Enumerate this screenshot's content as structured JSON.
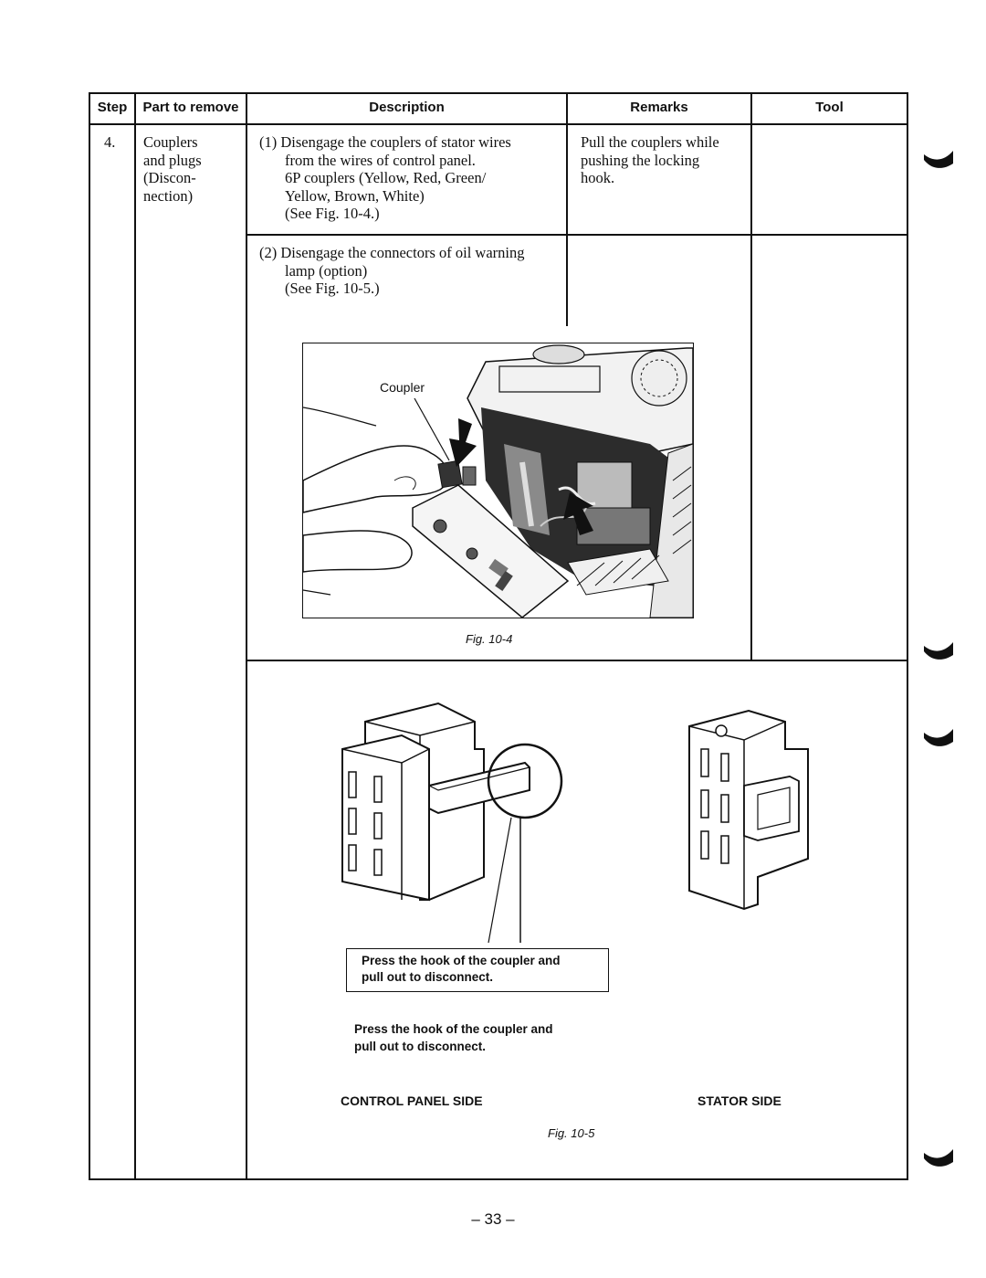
{
  "table": {
    "headers": {
      "step": "Step",
      "part": "Part to remove",
      "description": "Description",
      "remarks": "Remarks",
      "tool": "Tool"
    },
    "step": "4.",
    "part_lines": [
      "Couplers",
      "and plugs",
      "(Discon-",
      "nection)"
    ],
    "description_1_lines": [
      "(1) Disengage the couplers of stator wires",
      "from the wires of control panel.",
      "6P couplers (Yellow, Red, Green/",
      "Yellow, Brown, White)",
      "(See Fig. 10-4.)"
    ],
    "remarks_1_lines": [
      "Pull the couplers while",
      "pushing the locking",
      "hook."
    ],
    "description_2_lines": [
      "(2) Disengage the connectors of oil warning",
      "lamp (option)",
      "(See Fig. 10-5.)"
    ]
  },
  "figure_4": {
    "label": "Coupler",
    "caption": "Fig. 10-4"
  },
  "figure_5": {
    "box_note_lines": [
      "Press the hook of the coupler and",
      "pull out to disconnect."
    ],
    "plain_note_lines": [
      "Press the hook of the coupler and",
      "pull out to disconnect."
    ],
    "left_label": "CONTROL PANEL SIDE",
    "right_label": "STATOR SIDE",
    "caption": "Fig. 10-5"
  },
  "page_number": "– 33 –"
}
